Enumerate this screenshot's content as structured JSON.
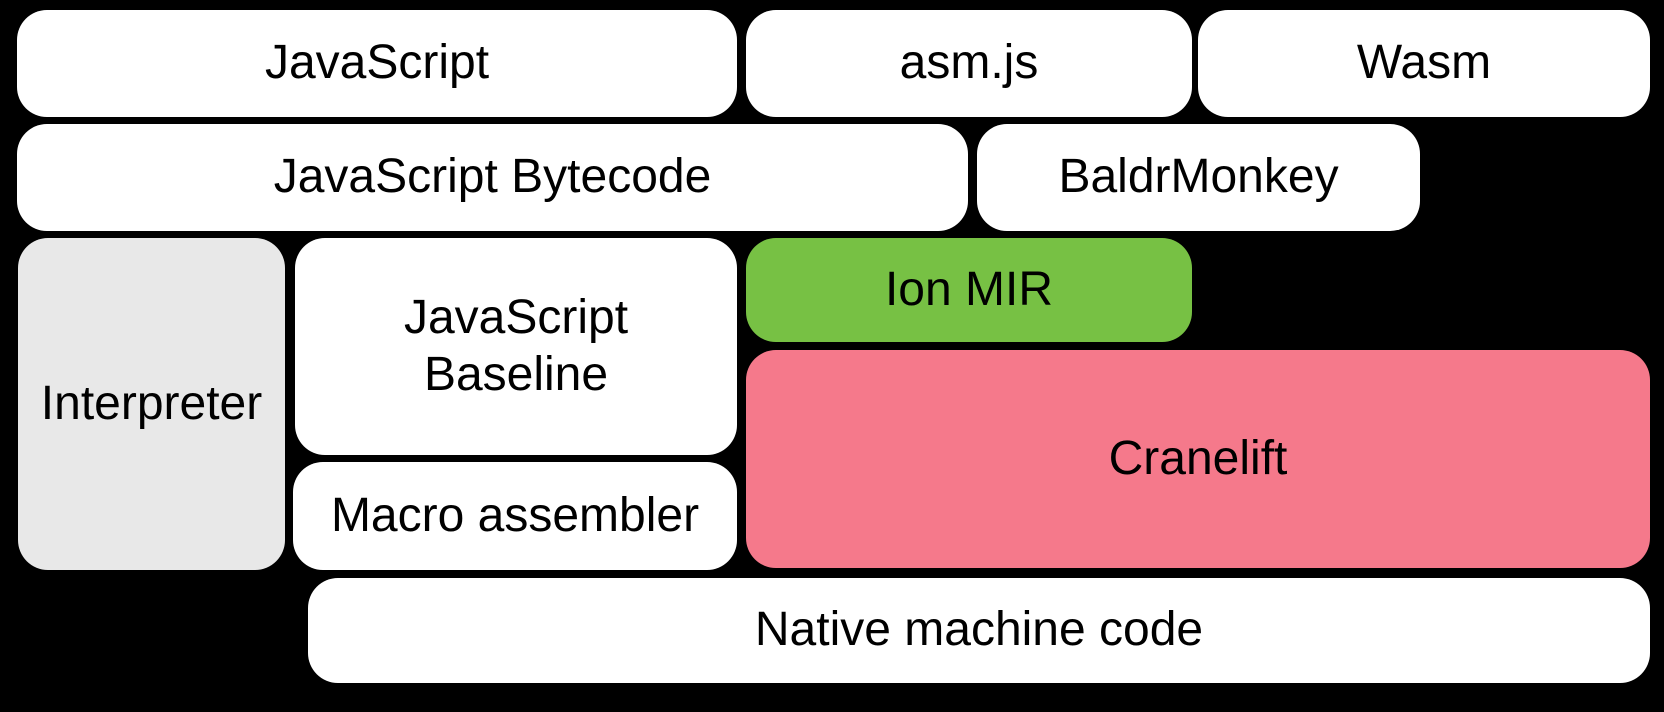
{
  "canvas": {
    "background": "#000000",
    "text_color": "#000000"
  },
  "colors": {
    "box_default": "#ffffff",
    "box_interpreter_gray": "#e8e8e8",
    "box_ion_mir_green": "#77c144",
    "box_cranelift_pink": "#f5798b"
  },
  "boxes": {
    "javascript": {
      "label": "JavaScript"
    },
    "asmjs": {
      "label": "asm.js"
    },
    "wasm": {
      "label": "Wasm"
    },
    "javascript_bytecode": {
      "label": "JavaScript Bytecode"
    },
    "baldrmonkey": {
      "label": "BaldrMonkey"
    },
    "interpreter": {
      "label": "Interpreter"
    },
    "javascript_baseline": {
      "label_line1": "JavaScript",
      "label_line2": "Baseline"
    },
    "ion_mir": {
      "label": "Ion MIR"
    },
    "cranelift": {
      "label": "Cranelift"
    },
    "macro_assembler": {
      "label": "Macro assembler"
    },
    "native_machine_code": {
      "label": "Native machine code"
    }
  }
}
